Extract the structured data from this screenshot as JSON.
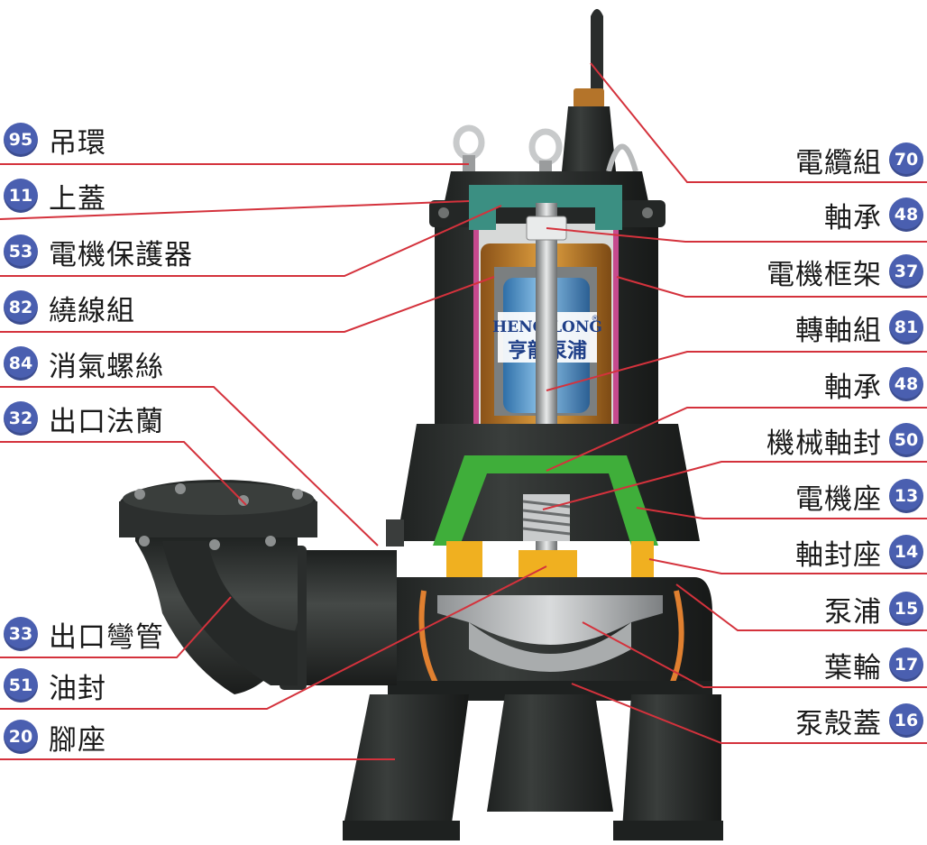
{
  "left_labels": [
    {
      "num": "95",
      "name": "吊環"
    },
    {
      "num": "11",
      "name": "上蓋"
    },
    {
      "num": "53",
      "name": "電機保護器"
    },
    {
      "num": "82",
      "name": "繞線組"
    },
    {
      "num": "84",
      "name": "消氣螺絲"
    },
    {
      "num": "32",
      "name": "出口法蘭"
    },
    {
      "num": "33",
      "name": "出口彎管"
    },
    {
      "num": "51",
      "name": "油封"
    },
    {
      "num": "20",
      "name": "腳座"
    }
  ],
  "right_labels": [
    {
      "num": "70",
      "name": "電纜組"
    },
    {
      "num": "48",
      "name": "軸承"
    },
    {
      "num": "37",
      "name": "電機框架"
    },
    {
      "num": "81",
      "name": "轉軸組"
    },
    {
      "num": "48",
      "name": "軸承"
    },
    {
      "num": "50",
      "name": "機械軸封"
    },
    {
      "num": "13",
      "name": "電機座"
    },
    {
      "num": "14",
      "name": "軸封座"
    },
    {
      "num": "15",
      "name": "泵浦"
    },
    {
      "num": "17",
      "name": "葉輪"
    },
    {
      "num": "16",
      "name": "泵殼蓋"
    }
  ],
  "brand": {
    "name_en": "HENG LONG",
    "name_zh": "亨龍泵浦",
    "registered_mark": "®"
  },
  "colors": {
    "badge": "#4a5fb0",
    "leader_line": "#d4323c",
    "pump_body": "#2c2f2e",
    "windings": "#c8862a",
    "rotor": "#5b9cd0",
    "frame": "#c64a8e",
    "motor_seat": "#3fae3a",
    "seal_seat": "#f0b020",
    "pump_casing": "#e08030"
  }
}
